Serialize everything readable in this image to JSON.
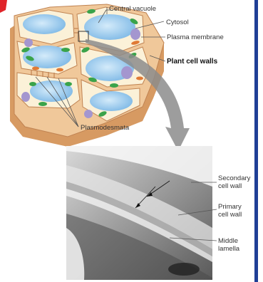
{
  "labels": {
    "central_vacuole": "Central vacuole",
    "cytosol": "Cytosol",
    "plasma_membrane": "Plasma membrane",
    "plant_cell_walls": "Plant cell walls",
    "plasmodesmata": "Plasmodesmata",
    "secondary_cell_wall_1": "Secondary",
    "secondary_cell_wall_2": "cell wall",
    "primary_cell_wall_1": "Primary",
    "primary_cell_wall_2": "cell wall",
    "middle_lamella_1": "Middle",
    "middle_lamella_2": "lamella"
  },
  "colors": {
    "cell_wall": "#f0c89a",
    "cell_wall_dark": "#d79a62",
    "vacuole": "#8fc4ec",
    "vacuole_light": "#d4ebfa",
    "cytosol": "#fbf1d8",
    "chloroplast": "#3aa34a",
    "nucleus": "#a496cf",
    "mitochondria": "#e07a35",
    "arrow": "#7a7a7a",
    "frame_border": "#1f3f96"
  }
}
